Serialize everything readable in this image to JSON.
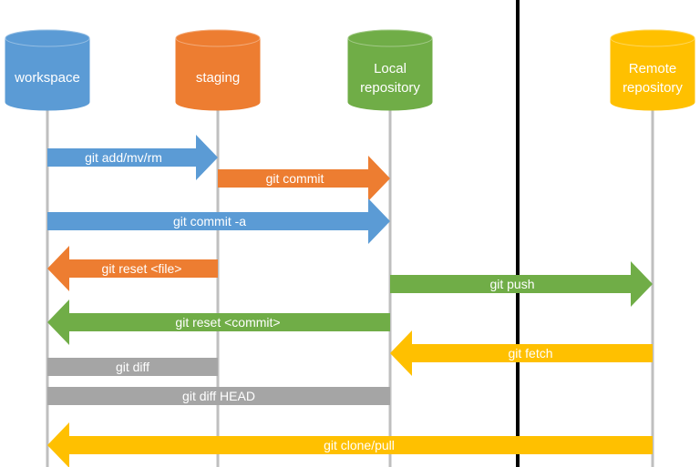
{
  "colors": {
    "blue": "#5B9BD5",
    "orange": "#ED7D31",
    "green": "#70AD47",
    "gold": "#FFC000",
    "gray": "#A5A5A5",
    "lifeline": "#BFBFBF",
    "divider": "#000000"
  },
  "nodes": [
    {
      "id": "workspace",
      "lines": [
        "workspace"
      ],
      "color": "blue"
    },
    {
      "id": "staging",
      "lines": [
        "staging"
      ],
      "color": "orange"
    },
    {
      "id": "local",
      "lines": [
        "Local",
        "repository"
      ],
      "color": "green"
    },
    {
      "id": "remote",
      "lines": [
        "Remote",
        "repository"
      ],
      "color": "gold"
    }
  ],
  "operations": [
    {
      "label": "git add/mv/rm",
      "from": "workspace",
      "to": "staging",
      "color": "blue",
      "shape": "arrow"
    },
    {
      "label": "git commit",
      "from": "staging",
      "to": "local",
      "color": "orange",
      "shape": "arrow"
    },
    {
      "label": "git commit -a",
      "from": "workspace",
      "to": "local",
      "color": "blue",
      "shape": "arrow"
    },
    {
      "label": "git reset <file>",
      "from": "staging",
      "to": "workspace",
      "color": "orange",
      "shape": "arrow"
    },
    {
      "label": "git push",
      "from": "local",
      "to": "remote",
      "color": "green",
      "shape": "arrow"
    },
    {
      "label": "git reset <commit>",
      "from": "local",
      "to": "workspace",
      "color": "green",
      "shape": "arrow"
    },
    {
      "label": "git fetch",
      "from": "remote",
      "to": "local",
      "color": "gold",
      "shape": "arrow"
    },
    {
      "label": "git diff",
      "from": "workspace",
      "to": "staging",
      "color": "gray",
      "shape": "bar"
    },
    {
      "label": "git diff HEAD",
      "from": "workspace",
      "to": "local",
      "color": "gray",
      "shape": "bar"
    },
    {
      "label": "git clone/pull",
      "from": "remote",
      "to": "workspace",
      "color": "gold",
      "shape": "arrow"
    }
  ]
}
